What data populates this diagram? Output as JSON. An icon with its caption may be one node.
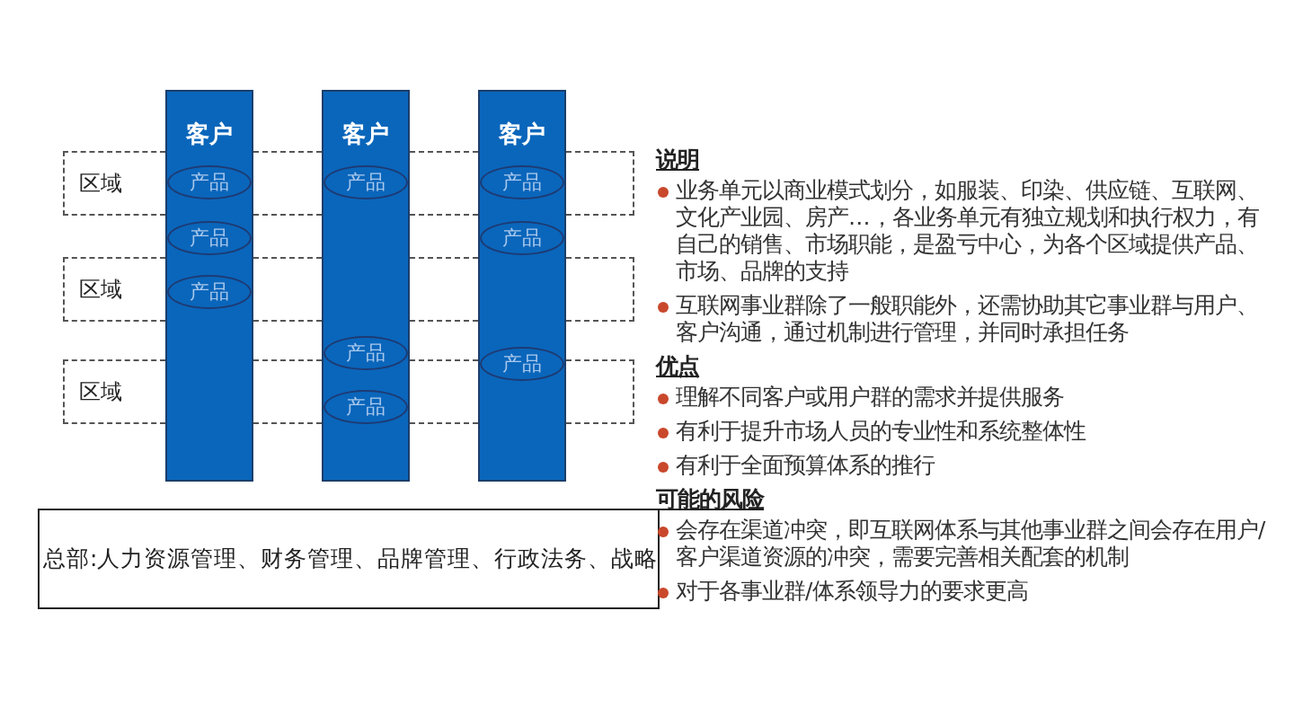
{
  "diagram": {
    "nodes": [
      {
        "text": [
          "客户"
        ]
      },
      {
        "text": [
          "产品"
        ],
        "in": 0
      },
      {
        "text": [
          "产品"
        ],
        "in": 0
      },
      {
        "text": [
          "产品"
        ],
        "in": 0
      },
      {
        "text": [
          "客户"
        ]
      },
      {
        "text": [
          "产品"
        ],
        "in": 4
      },
      {
        "text": [
          "产品"
        ],
        "in": 4
      },
      {
        "text": [
          "产品"
        ],
        "in": 4
      },
      {
        "text": [
          "客户"
        ]
      },
      {
        "text": [
          "产品"
        ],
        "in": 8
      },
      {
        "text": [
          "产品"
        ],
        "in": 8
      },
      {
        "text": [
          "产品"
        ],
        "in": 8
      },
      {
        "text": [
          "区域"
        ]
      },
      {
        "text": [
          "区域"
        ]
      },
      {
        "text": [
          "区域"
        ]
      },
      {
        "text": [
          "总部:人力资源管理、财务管理、品牌管理、行政法务、战略"
        ]
      }
    ],
    "edges": [],
    "labels": [
      "说明",
      "业务单元以商业模式划分，如服装、印染、供应链、互联网、文化产业园、房产…，各业务单元有独立规划和执行权力，有自己的销售、市场职能，是盈亏中心，为各个区域提供产品、市场、品牌的支持",
      "互联网事业群除了一般职能外，还需协助其它事业群与用户、客户沟通，通过机制进行管理，并同时承担任务",
      "优点",
      "理解不同客户或用户群的需求并提供服务",
      "有利于提升市场人员的专业性和系统整体性",
      "有利于全面预算体系的推行",
      "可能的风险",
      "会存在渠道冲突，即互联网体系与其他事业群之间会存在用户/客户渠道资源的冲突，需要完善相关配套的机制",
      "对于各事业群/体系领导力的要求更高"
    ]
  }
}
